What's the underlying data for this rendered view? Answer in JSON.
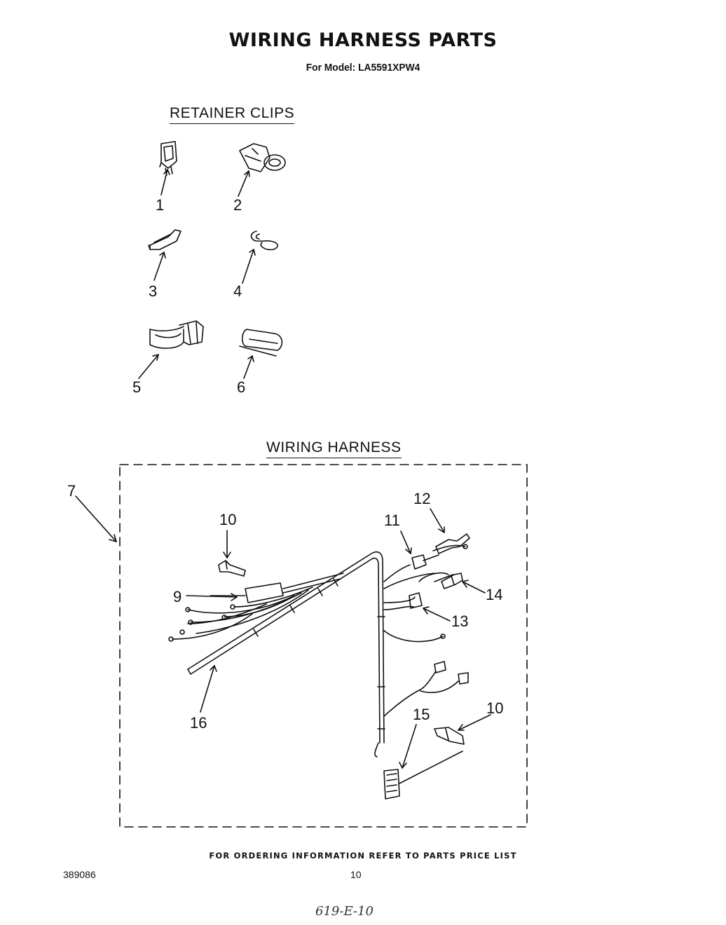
{
  "title": "WIRING HARNESS PARTS",
  "subtitle": "For Model: LA5591XPW4",
  "sections": {
    "retainer_clips": "RETAINER CLIPS",
    "wiring_harness": "WIRING HARNESS"
  },
  "clips": [
    {
      "number": "1",
      "icon": "retainer-clip-1-icon"
    },
    {
      "number": "2",
      "icon": "retainer-clip-2-icon"
    },
    {
      "number": "3",
      "icon": "retainer-clip-3-icon"
    },
    {
      "number": "4",
      "icon": "retainer-clip-4-icon"
    },
    {
      "number": "5",
      "icon": "retainer-clip-5-icon"
    },
    {
      "number": "6",
      "icon": "retainer-clip-6-icon"
    }
  ],
  "harness_callouts": [
    "7",
    "10",
    "11",
    "12",
    "9",
    "14",
    "13",
    "16",
    "15",
    "10"
  ],
  "footer": {
    "note": "FOR ORDERING INFORMATION REFER TO PARTS PRICE LIST",
    "doc_number": "389086",
    "page_number": "10",
    "handwritten": "619-E-10"
  }
}
